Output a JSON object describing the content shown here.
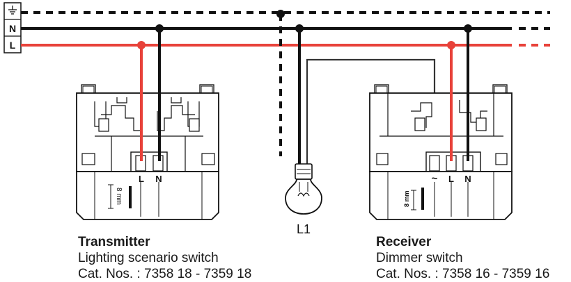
{
  "bus": {
    "earth_symbol": "earth-ground-symbol",
    "neutral_label": "N",
    "live_label": "L",
    "colors": {
      "live": "#e8423a",
      "neutral": "#111111",
      "earth": "#111111",
      "load_wire": "#333333"
    }
  },
  "transmitter": {
    "terminal_live": "L",
    "terminal_neutral": "N",
    "strip_length": "8 mm",
    "title": "Transmitter",
    "description": "Lighting scenario switch",
    "catalog": "Cat. Nos. : 7358 18 - 7359 18"
  },
  "lamp": {
    "label": "L1"
  },
  "receiver": {
    "terminal_load": "~",
    "terminal_live": "L",
    "terminal_neutral": "N",
    "strip_length": "8 mm",
    "title": "Receiver",
    "description": "Dimmer switch",
    "catalog": "Cat. Nos. : 7358 16 - 7359 16"
  }
}
